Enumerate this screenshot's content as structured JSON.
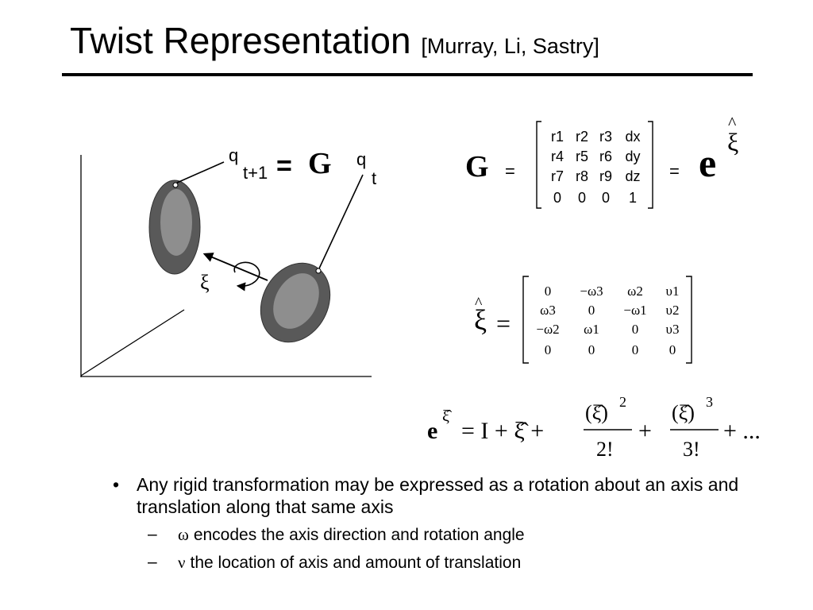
{
  "title": {
    "main": "Twist Representation",
    "citation": "[Murray, Li, Sastry]"
  },
  "figure": {
    "label_q": "q",
    "sub_t1": "t+1",
    "equals": "=",
    "G": "G",
    "sub_t": "t",
    "xi": "ξ"
  },
  "matrix_G": {
    "lhs": "G",
    "eq1": "=",
    "eq2": "=",
    "rhs_base": "e",
    "rhs_exp": "ξ",
    "hat": "^",
    "rows": [
      [
        "r1",
        "r2",
        "r3",
        "dx"
      ],
      [
        "r4",
        "r5",
        "r6",
        "dy"
      ],
      [
        "r7",
        "r8",
        "r9",
        "dz"
      ],
      [
        "0",
        "0",
        "0",
        "1"
      ]
    ]
  },
  "matrix_xi": {
    "lhs": "ξ",
    "hat": "^",
    "eq": "=",
    "rows": [
      [
        "0",
        "−ω3",
        "ω2",
        "υ1"
      ],
      [
        "ω3",
        "0",
        "−ω1",
        "υ2"
      ],
      [
        "−ω2",
        "ω1",
        "0",
        "υ3"
      ],
      [
        "0",
        "0",
        "0",
        "0"
      ]
    ]
  },
  "series": {
    "base": "e",
    "exp": "ξ̂",
    "rhs_a": "= I + ξ̂ +",
    "num1": "(ξ̂)",
    "pow1": "2",
    "den1": "2!",
    "plus_mid": "+",
    "num2": "(ξ̂)",
    "pow2": "3",
    "den2": "3!",
    "tail": "+ ..."
  },
  "bullets": {
    "bullet_char": "•",
    "dash_char": "–",
    "main": "Any rigid transformation may be expressed as a rotation about an axis and translation along that same axis",
    "sub1_symbol": "ω",
    "sub1_text": "encodes the axis direction and rotation angle",
    "sub2_symbol": "ν",
    "sub2_text": "the location of axis and amount of translation"
  }
}
